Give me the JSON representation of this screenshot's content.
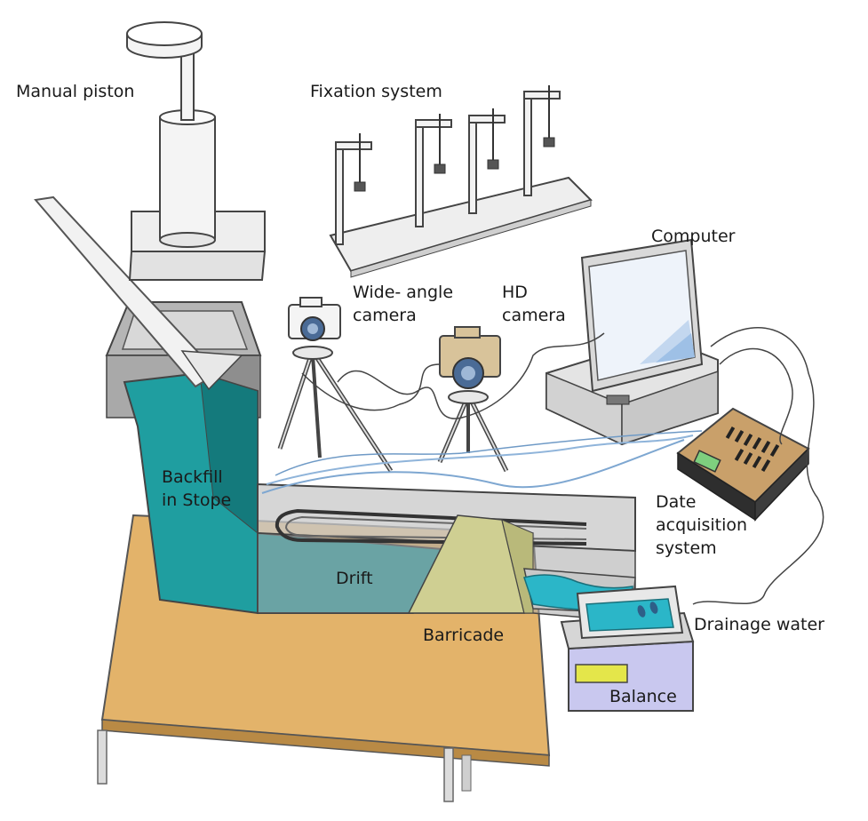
{
  "labels": {
    "manual_piston": "Manual piston",
    "fixation_system": "Fixation system",
    "computer": "Computer",
    "wide_angle_camera_1": "Wide- angle",
    "wide_angle_camera_2": "camera",
    "hd_camera_1": "HD",
    "hd_camera_2": "camera",
    "backfill_1": "Backfill",
    "backfill_2": "in Stope",
    "drift": "Drift",
    "barricade": "Barricade",
    "daq_1": "Date",
    "daq_2": "acquisition",
    "daq_3": "system",
    "drainage_water": "Drainage water",
    "balance": "Balance"
  },
  "colors": {
    "backfill": "#1f9ea0",
    "backfill_dark": "#147a7c",
    "table": "#e3b36a",
    "barricade": "#cfcf92",
    "water": "#2bb6c8",
    "balance": "#c9c8ef",
    "balance_display": "#e4e64a",
    "daq_box": "#c9a06a",
    "frame": "#9e9e9e"
  }
}
